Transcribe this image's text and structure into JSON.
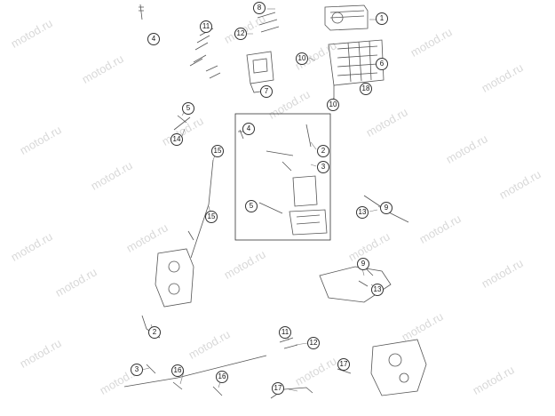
{
  "watermark": "motod.ru",
  "callouts": {
    "c1": "1",
    "c2a": "2",
    "c2b": "2",
    "c3a": "3",
    "c3b": "3",
    "c4a": "4",
    "c4b": "4",
    "c5a": "5",
    "c5b": "5",
    "c6": "6",
    "c7": "7",
    "c8": "8",
    "c9a": "9",
    "c9b": "9",
    "c10a": "10",
    "c10b": "10",
    "c11a": "11",
    "c11b": "11",
    "c12a": "12",
    "c12b": "12",
    "c13a": "13",
    "c13b": "13",
    "c14": "14",
    "c15a": "15",
    "c15b": "15",
    "c16a": "16",
    "c16b": "16",
    "c16c": "16",
    "c17a": "17",
    "c17b": "17",
    "c18": "18"
  }
}
